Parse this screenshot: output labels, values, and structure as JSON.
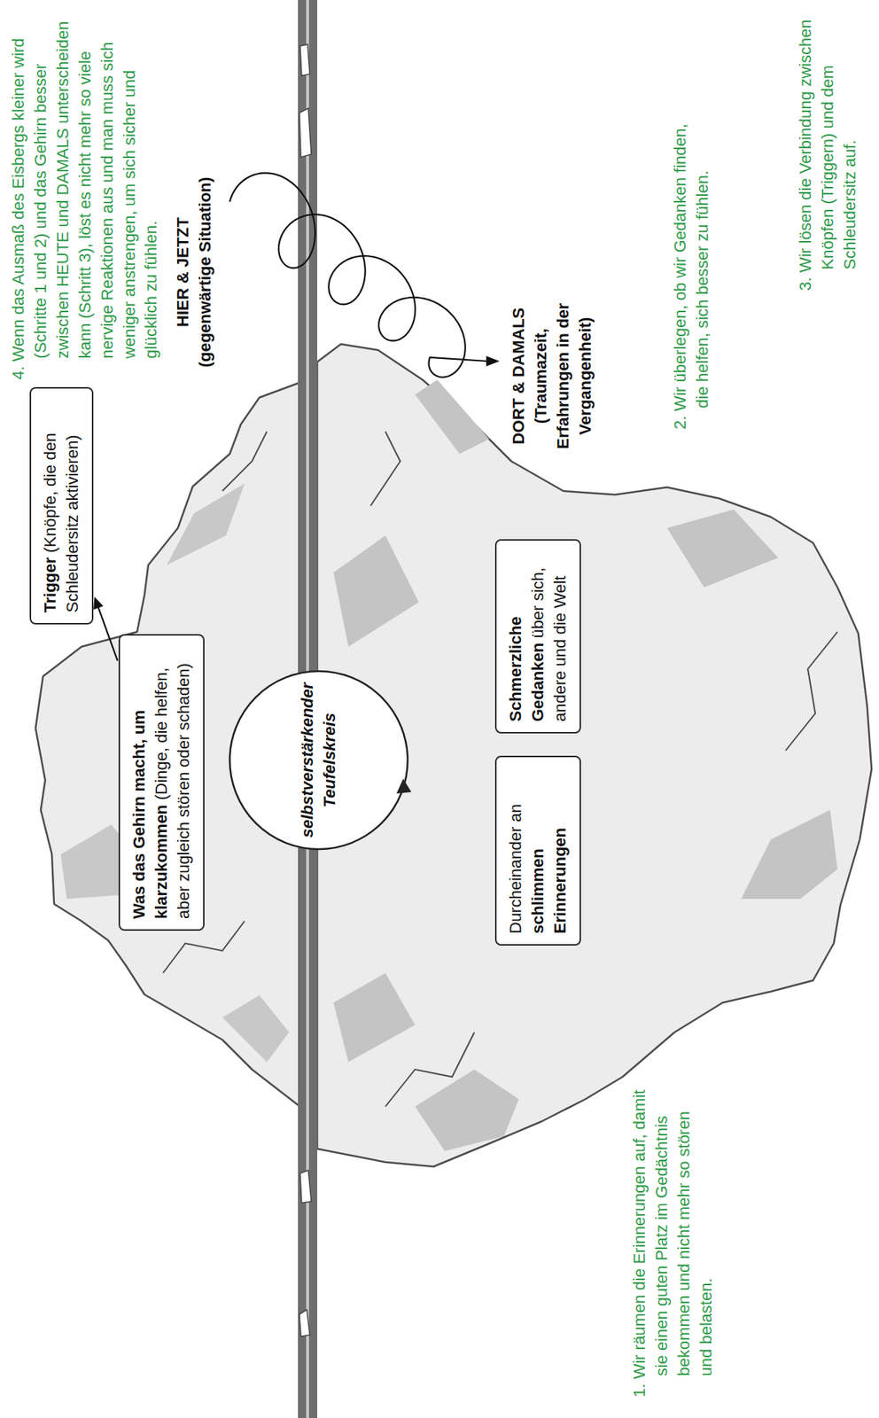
{
  "diagram": {
    "nodes": [
      {
        "text": [
          "Trigger",
          "(Knöpfe, die den Schleudersitz aktivieren)"
        ]
      },
      {
        "text": [
          "Was das Gehirn macht, um klarzukommen",
          "(Dinge, die helfen, aber zugleich stören oder schaden)"
        ]
      },
      {
        "text": [
          "selbstverstärkender Teufelskreis"
        ]
      },
      {
        "text": [
          "Durcheinander an",
          "schlimmen Erinnerungen"
        ]
      },
      {
        "text": [
          "Schmerzliche Gedanken",
          "über sich, andere und die Welt"
        ]
      }
    ],
    "edges": [
      {
        "from": 1,
        "to": 0,
        "arrow": "to"
      }
    ],
    "labels": [
      "4. Wenn das Ausmaß des Eisbergs kleiner wird (Schritte 1 und 2) und das Gehirn besser zwischen HEUTE und DAMALS unterscheiden kann (Schritt 3), löst es nicht mehr so viele nervige Reaktionen aus und man muss sich weniger anstrengen, um sich sicher und glücklich zu fühlen.",
      "3. Wir lösen die Verbindung zwischen Knöpfen (Triggern) und dem Schleudersitz auf.",
      "HIER & JETZT",
      "(gegenwärtige Situation)",
      "DORT & DAMALS",
      "(Traumazeit, Erfahrungen in der Vergangenheit)",
      "2. Wir überlegen, ob wir Gedanken finden, die helfen, sich besser zu fühlen.",
      "1. Wir räumen die Erinnerungen auf, damit sie einen guten Platz im Gedächtnis bekommen und nicht mehr so stören und belasten."
    ]
  }
}
